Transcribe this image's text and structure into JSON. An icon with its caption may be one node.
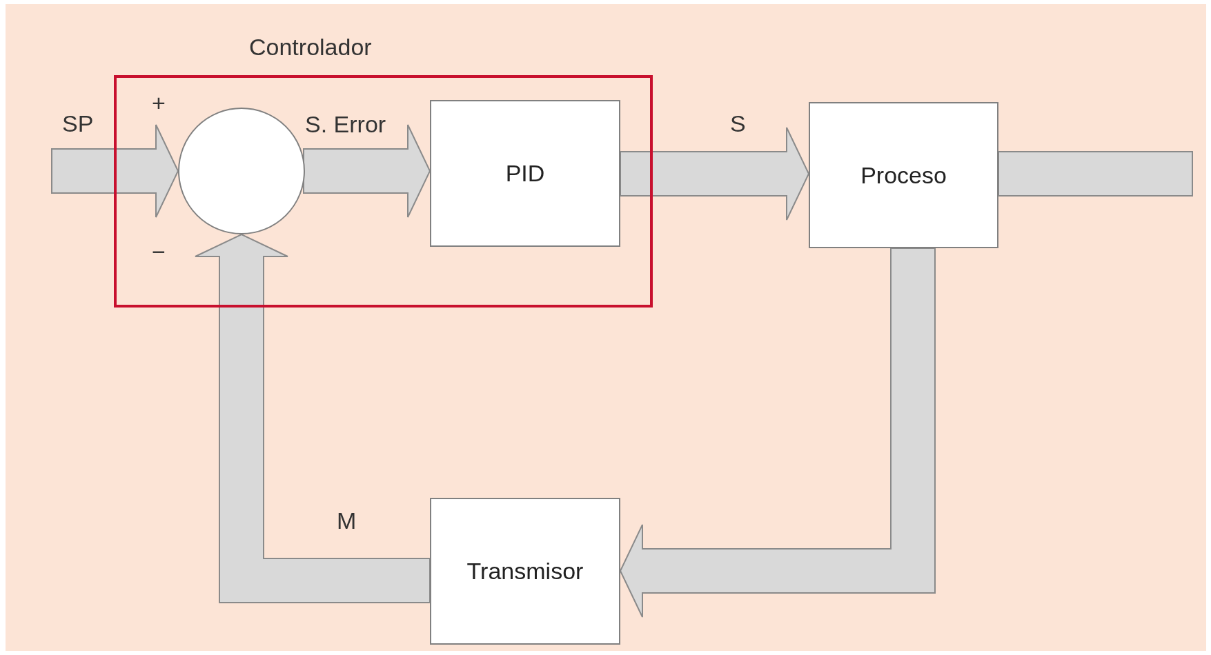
{
  "diagram": {
    "nodes": [
      {
        "text": [
          "Controlador"
        ]
      },
      {
        "text": [],
        "shape": "circle",
        "in": 0
      },
      {
        "text": [
          "PID"
        ],
        "in": 0
      },
      {
        "text": [
          "Proceso"
        ]
      },
      {
        "text": [
          "Transmisor"
        ]
      }
    ],
    "edges": [
      {
        "from": null,
        "to": 1,
        "arrow": "to",
        "label": "SP"
      },
      {
        "from": 1,
        "to": 2,
        "arrow": "to",
        "label": "S. Error"
      },
      {
        "from": 2,
        "to": 3,
        "arrow": "to",
        "label": "S"
      },
      {
        "from": 3,
        "to": null,
        "arrow": "none"
      },
      {
        "from": 3,
        "to": 4,
        "arrow": "to"
      },
      {
        "from": 4,
        "to": 1,
        "arrow": "to",
        "label": "M"
      }
    ],
    "labels": [
      "+",
      "−"
    ]
  }
}
